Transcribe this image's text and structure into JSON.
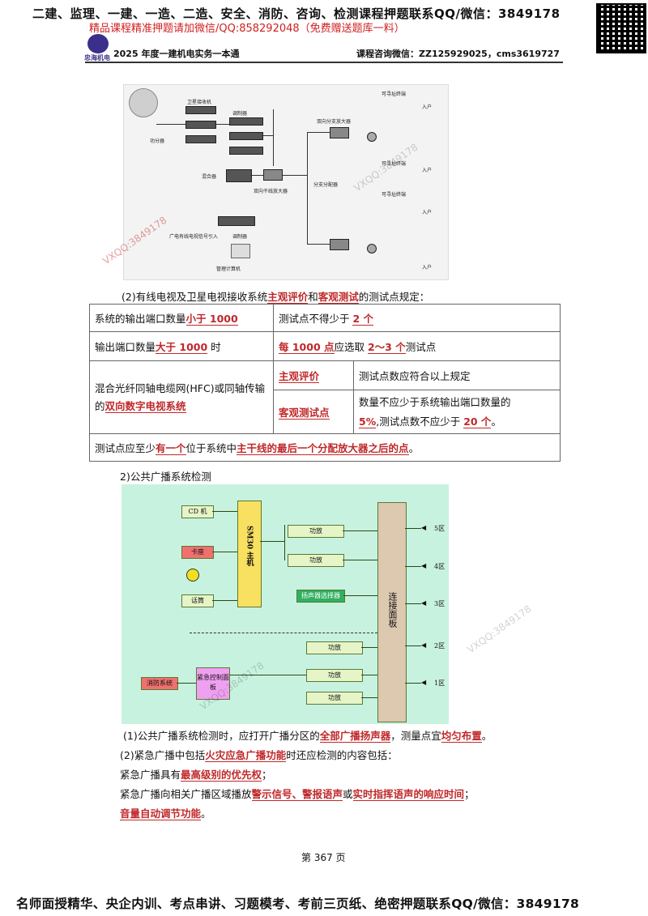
{
  "banner": {
    "top_line": "二建、监理、一建、一造、二造、安全、消防、咨询、检测课程押题联系QQ/微信：3849178",
    "promo_line": "精品课程精准押题请加微信/QQ:858292048（免费赠送题库一料）"
  },
  "header": {
    "logo_text": "忠海机电",
    "left": "2025 年度一建机电实务一本通",
    "right": "课程咨询微信：ZZ125929025，cms3619727"
  },
  "cable_diagram": {
    "labels": {
      "sat": "卫星接收机",
      "mod1": "调制器",
      "split": "功分器",
      "mixer": "混合器",
      "bi_amp": "双向分支放大器",
      "trunk_amp": "双向干线放大器",
      "branch_dist": "分支分配器",
      "tv_source": "广电有线电视信号引入",
      "mod2": "调制器",
      "pc": "管理计算机",
      "term": "可寻址终端",
      "home": "入户"
    }
  },
  "section_cable": {
    "caption_pre": "(2)有线电视及卫星电视接收系统",
    "caption_hl1": "主观评价",
    "caption_mid": "和",
    "caption_hl2": "客观测试",
    "caption_post": "的测试点规定："
  },
  "table": {
    "r1c1_pre": "系统的输出端口数量",
    "r1c1_hl": "小于 1000",
    "r1c2_pre": "测试点不得少于 ",
    "r1c2_hl": "2 个",
    "r2c1_pre": "输出端口数量",
    "r2c1_hl": "大于 1000",
    "r2c1_post": " 时",
    "r2c2_hl1": "每 1000 点",
    "r2c2_mid": "应选取 ",
    "r2c2_hl2": "2～3 个",
    "r2c2_post": "测试点",
    "r3c1_pre": "混合光纤同轴电缆网(HFC)或同轴传输的",
    "r3c1_hl": "双向数字电视系统",
    "subj_label": "主观评价",
    "subj_text": "测试点数应符合以上规定",
    "obj_label": "客观测试点",
    "obj_text_pre": "数量不应少于系统输出端口数量的",
    "obj_text_hl1": "5%",
    "obj_text_mid": ",测试点数不应少于 ",
    "obj_text_hl2": "20 个",
    "obj_text_post": "。",
    "r5_pre": "测试点应至少",
    "r5_hl1": "有一个",
    "r5_mid": "位于系统中",
    "r5_hl2": "主干线的最后一个分配放大器之后的点",
    "r5_post": "。"
  },
  "section_pa": {
    "heading": "2)公共广播系统检测",
    "diagram": {
      "cd": "CD 机",
      "tape": "卡座",
      "mic": "话筒",
      "host": "SM30 主机",
      "amp": "功放",
      "selector": "扬声器选择器",
      "fire": "消防系统",
      "emerg": "紧急控制面板",
      "panel": "连接面板",
      "zones": [
        "5区",
        "4区",
        "3区",
        "2区",
        "1区"
      ]
    },
    "p1_pre": "(1)公共广播系统检测时，应打开广播分区的",
    "p1_hl1": "全部广播扬声器",
    "p1_mid": "，测量点宜",
    "p1_hl2": "均匀布置",
    "p1_post": "。",
    "p2_pre": "(2)紧急广播中包括",
    "p2_hl": "火灾应急广播功能",
    "p2_post": "时还应检测的内容包括：",
    "p3_pre": "紧急广播具有",
    "p3_hl": "最高级别的优先权",
    "p3_post": "；",
    "p4_pre": "紧急广播向相关广播区域播放",
    "p4_hl1": "警示信号、警报语声",
    "p4_mid": "或",
    "p4_hl2": "实时指挥语声的响应时间",
    "p4_post": "；",
    "p5_hl": "音量自动调节功能",
    "p5_post": "。"
  },
  "page": {
    "number": "第 367 页"
  },
  "footer": {
    "text": "名师面授精华、央企内训、考点串讲、习题模考、考前三页纸、绝密押题联系QQ/微信：3849178"
  },
  "watermarks": {
    "qq1": "VXQQ:3849178",
    "qq2": "VXQQ:3849178",
    "qq3": "VXQQ:3849178",
    "qq4": "VXQQ:3849178"
  }
}
